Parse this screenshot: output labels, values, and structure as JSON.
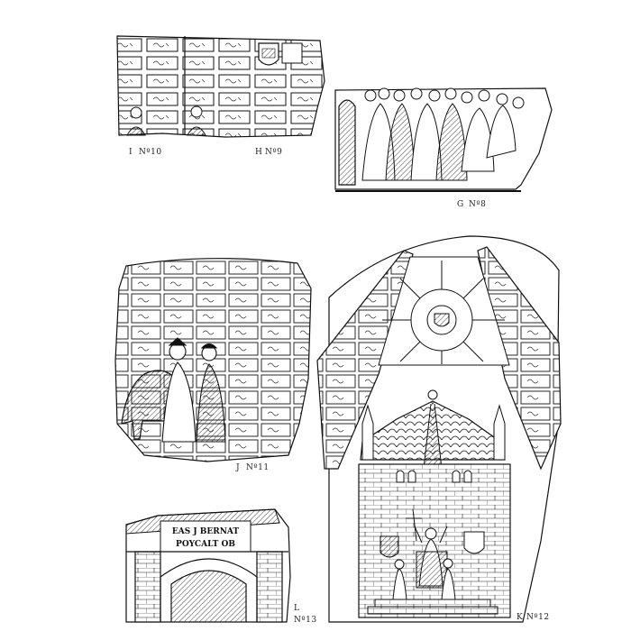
{
  "plate": {
    "ink_color": "#111111",
    "paper_color": "#ffffff",
    "captions": {
      "i": "I",
      "fig10": "Nº10",
      "h": "H",
      "fig9": "Nº9",
      "g": "G",
      "fig8": "Nº8",
      "j": "J",
      "fig11": "Nº11",
      "l": "L",
      "fig13": "Nº13",
      "k": "K",
      "fig12": "Nº12"
    },
    "inscription": {
      "line1": "EAS J BERNAT",
      "line2": "POYCALT OB"
    }
  }
}
